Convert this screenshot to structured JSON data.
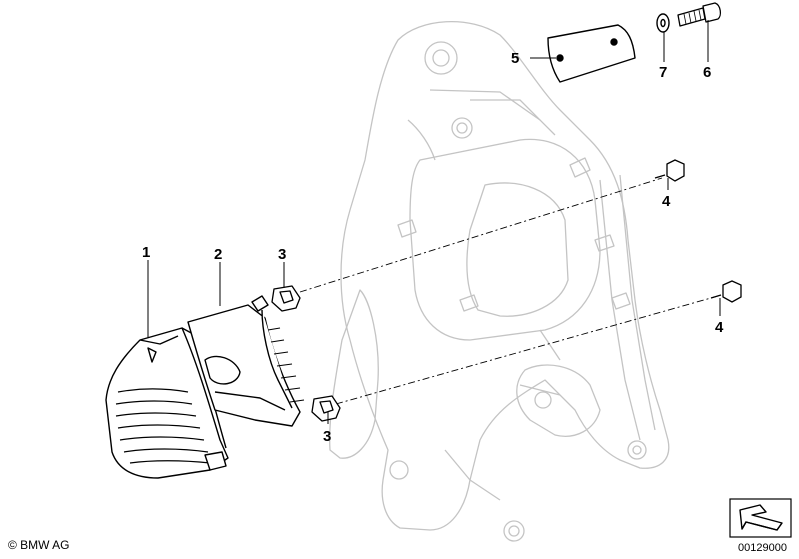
{
  "callouts": {
    "c1": "1",
    "c2": "2",
    "c3a": "3",
    "c3b": "3",
    "c4a": "4",
    "c4b": "4",
    "c5": "5",
    "c6": "6",
    "c7": "7"
  },
  "footer": {
    "copyright": "© BMW AG",
    "reference": "00129000"
  },
  "colors": {
    "frame": "#c4c4c4",
    "parts": "#000000",
    "background": "#ffffff"
  }
}
